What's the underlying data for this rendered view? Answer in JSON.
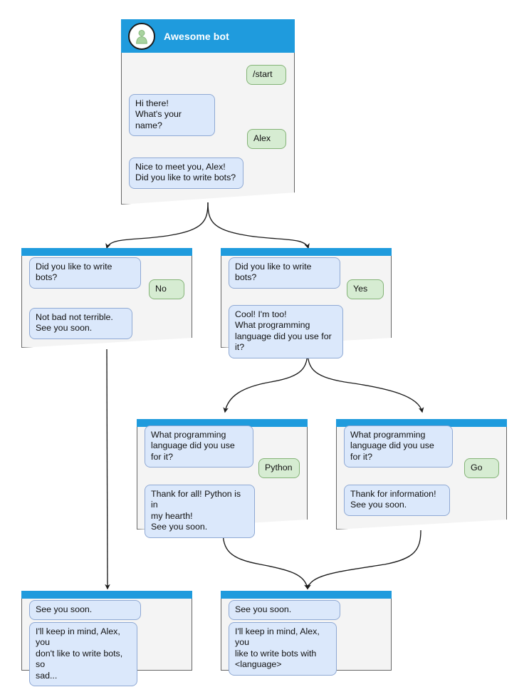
{
  "diagram": {
    "title": "Awesome bot conversation flow",
    "colors": {
      "header_blue": "#1f9bdd",
      "card_background": "#f4f4f4",
      "card_border": "#666666",
      "bot_bubble_fill": "#dbe8fb",
      "bot_bubble_border": "#8fa9d4",
      "user_bubble_fill": "#d6ecd2",
      "user_bubble_border": "#84b377",
      "edge_color": "#1b1b1b",
      "avatar_person": "#a9d3a0",
      "page_background": "#ffffff"
    }
  },
  "root_card": {
    "header": {
      "title": "Awesome bot",
      "avatar_icon": "person-avatar-icon"
    },
    "messages": [
      {
        "id": "start-cmd",
        "role": "user",
        "text": "/start"
      },
      {
        "id": "greeting",
        "role": "bot",
        "text": "Hi there!\nWhat's your name?"
      },
      {
        "id": "name-reply",
        "role": "user",
        "text": "Alex"
      },
      {
        "id": "nice-to-meet",
        "role": "bot",
        "text": "Nice to meet you, Alex!\nDid you like to write bots?"
      }
    ]
  },
  "cards": [
    {
      "id": "branch-no",
      "messages": [
        {
          "id": "q-write-bots-no",
          "role": "bot",
          "text": "Did you like to write bots?"
        },
        {
          "id": "answer-no",
          "role": "user",
          "text": "No"
        },
        {
          "id": "not-bad",
          "role": "bot",
          "text": "Not bad not terrible.\nSee you soon."
        }
      ]
    },
    {
      "id": "branch-yes",
      "messages": [
        {
          "id": "q-write-bots-yes",
          "role": "bot",
          "text": "Did you like to write bots?"
        },
        {
          "id": "answer-yes",
          "role": "user",
          "text": "Yes"
        },
        {
          "id": "cool-im-too",
          "role": "bot",
          "text": "Cool! I'm too!\nWhat programming\nlanguage did you use for it?"
        }
      ]
    },
    {
      "id": "branch-python",
      "messages": [
        {
          "id": "q-language-python",
          "role": "bot",
          "text": "What programming\nlanguage did you use for it?"
        },
        {
          "id": "answer-python",
          "role": "user",
          "text": "Python"
        },
        {
          "id": "thank-python",
          "role": "bot",
          "text": "Thank for all! Python is in\nmy hearth!\nSee you soon."
        }
      ]
    },
    {
      "id": "branch-go",
      "messages": [
        {
          "id": "q-language-go",
          "role": "bot",
          "text": "What programming\nlanguage did you use for it?"
        },
        {
          "id": "answer-go",
          "role": "user",
          "text": "Go"
        },
        {
          "id": "thank-go",
          "role": "bot",
          "text": "Thank for information!\nSee you soon."
        }
      ]
    },
    {
      "id": "end-sad",
      "messages": [
        {
          "id": "see-you-soon-sad",
          "role": "bot",
          "text": "See you soon."
        },
        {
          "id": "keep-in-mind-sad",
          "role": "bot",
          "text": "I'll keep in mind, Alex, you\ndon't like to write bots, so\nsad..."
        }
      ]
    },
    {
      "id": "end-happy",
      "messages": [
        {
          "id": "see-you-soon-happy",
          "role": "bot",
          "text": "See you soon."
        },
        {
          "id": "keep-in-mind-happy",
          "role": "bot",
          "text": "I'll keep in mind, Alex, you\nlike to write bots with\n<language>"
        }
      ]
    }
  ]
}
